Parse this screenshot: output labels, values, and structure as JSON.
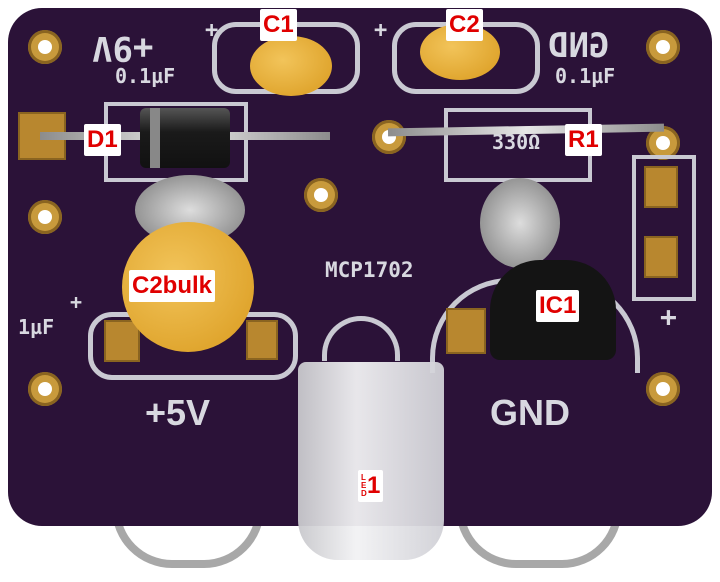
{
  "silkscreen": {
    "plus9v": "+9V",
    "gnd_top": "GND",
    "c1_value": "0.1µF",
    "c2_value": "0.1µF",
    "r1_value": "330Ω",
    "ic_part": "MCP1702",
    "bulk_value": "1µF",
    "plus": "+",
    "plus5v": "+5V",
    "gnd_bottom": "GND"
  },
  "labels": {
    "c1": "C1",
    "c2": "C2",
    "d1": "D1",
    "r1": "R1",
    "c2bulk": "C2bulk",
    "ic1": "IC1",
    "led_prefix": "LED",
    "led_num": "1"
  },
  "colors": {
    "board": "#2b1238",
    "label_text": "#e00000",
    "label_bg": "#ffffff",
    "capacitor": "#e0a832"
  }
}
